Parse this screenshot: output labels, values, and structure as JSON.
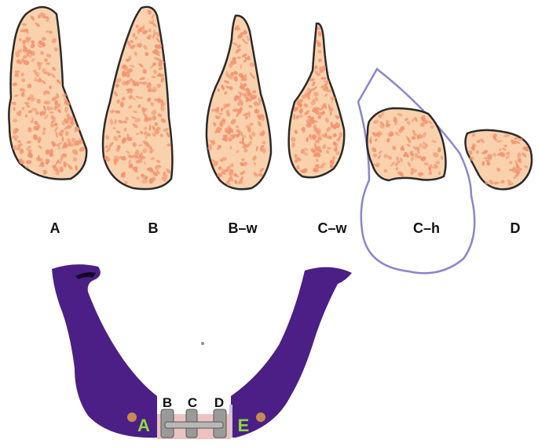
{
  "bone_types": [
    {
      "id": "A",
      "label": "A"
    },
    {
      "id": "B",
      "label": "B"
    },
    {
      "id": "B-w",
      "label": "B–w"
    },
    {
      "id": "C-w",
      "label": "C–w"
    },
    {
      "id": "C-h",
      "label": "C–h"
    },
    {
      "id": "D",
      "label": "D"
    }
  ],
  "mandible": {
    "left_zone": "A",
    "right_zone": "E",
    "implant_labels": [
      "B",
      "C",
      "D"
    ]
  },
  "colors": {
    "bone_fill": "#f9d2ad",
    "bone_outline": "#2a2a2a",
    "trabecular": "#f4916e",
    "resorption_outline": "#8a84cf",
    "mandible": "#4b1f86",
    "zone_label": "#8fdc3a",
    "dot": "#c98a52",
    "tissue": "#ecc2c0",
    "implant": "#9a9a9a"
  }
}
